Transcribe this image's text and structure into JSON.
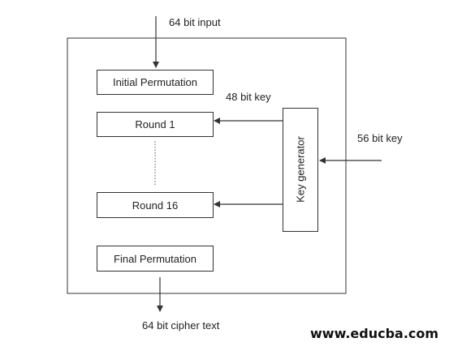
{
  "diagram": {
    "input_label": "64 bit input",
    "initial_permutation": "Initial Permutation",
    "key_48_label": "48 bit key",
    "round_1": "Round 1",
    "round_16": "Round 16",
    "final_permutation": "Final Permutation",
    "key_generator": "Key generator",
    "key_56_label": "56 bit key",
    "output_label": "64 bit cipher text"
  },
  "watermark": "www.educba.com",
  "colors": {
    "line": "#333333",
    "text": "#222222"
  }
}
